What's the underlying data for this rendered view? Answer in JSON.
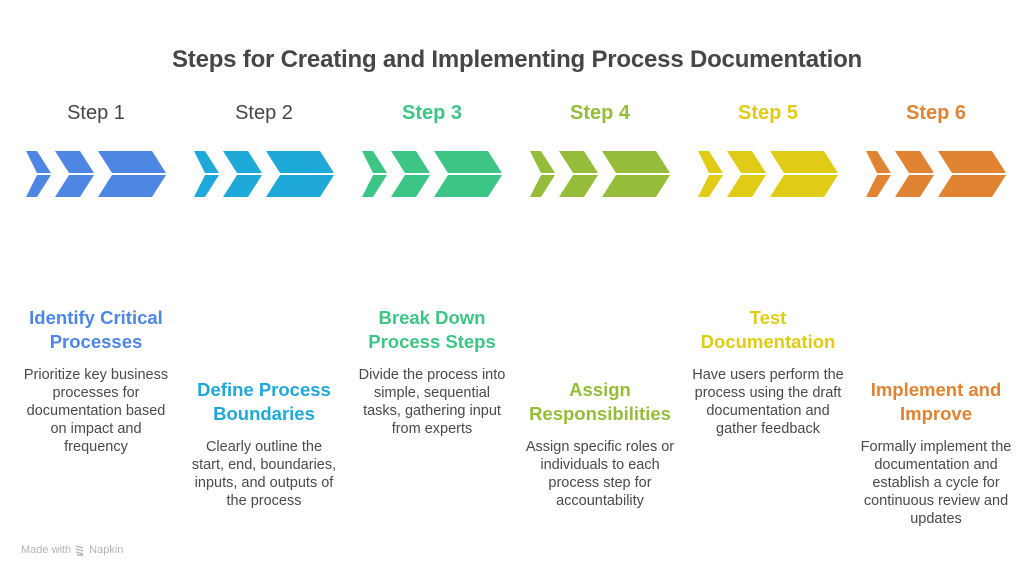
{
  "title": "Steps for Creating and Implementing Process Documentation",
  "steps": [
    {
      "label": "Step 1",
      "heading": "Identify Critical Processes",
      "description": "Prioritize key business processes for documentation based on impact and frequency",
      "color": "#4E87E3",
      "label_style": "plain"
    },
    {
      "label": "Step 2",
      "heading": "Define Process Boundaries",
      "description": "Clearly outline the start, end, boundaries, inputs, and outputs of the process",
      "color": "#1FA9D9",
      "label_style": "plain"
    },
    {
      "label": "Step 3",
      "heading": "Break Down Process Steps",
      "description": "Divide the process into simple, sequential tasks, gathering input from experts",
      "color": "#3CC585",
      "label_style": "bold"
    },
    {
      "label": "Step 4",
      "heading": "Assign Responsibilities",
      "description": "Assign specific roles or individuals to each process step for accountability",
      "color": "#95BD3A",
      "label_style": "bold"
    },
    {
      "label": "Step 5",
      "heading": "Test Documentation",
      "description": "Have users perform the process using the draft documentation and gather feedback",
      "color": "#E0CB16",
      "label_style": "bold"
    },
    {
      "label": "Step 6",
      "heading": "Implement and Improve",
      "description": "Formally implement the documentation and establish a cycle for continuous review and updates",
      "color": "#E08333",
      "label_style": "bold"
    }
  ],
  "footer": {
    "made_with": "Made with",
    "brand": "Napkin",
    "icon": "napkin-logo-icon"
  }
}
